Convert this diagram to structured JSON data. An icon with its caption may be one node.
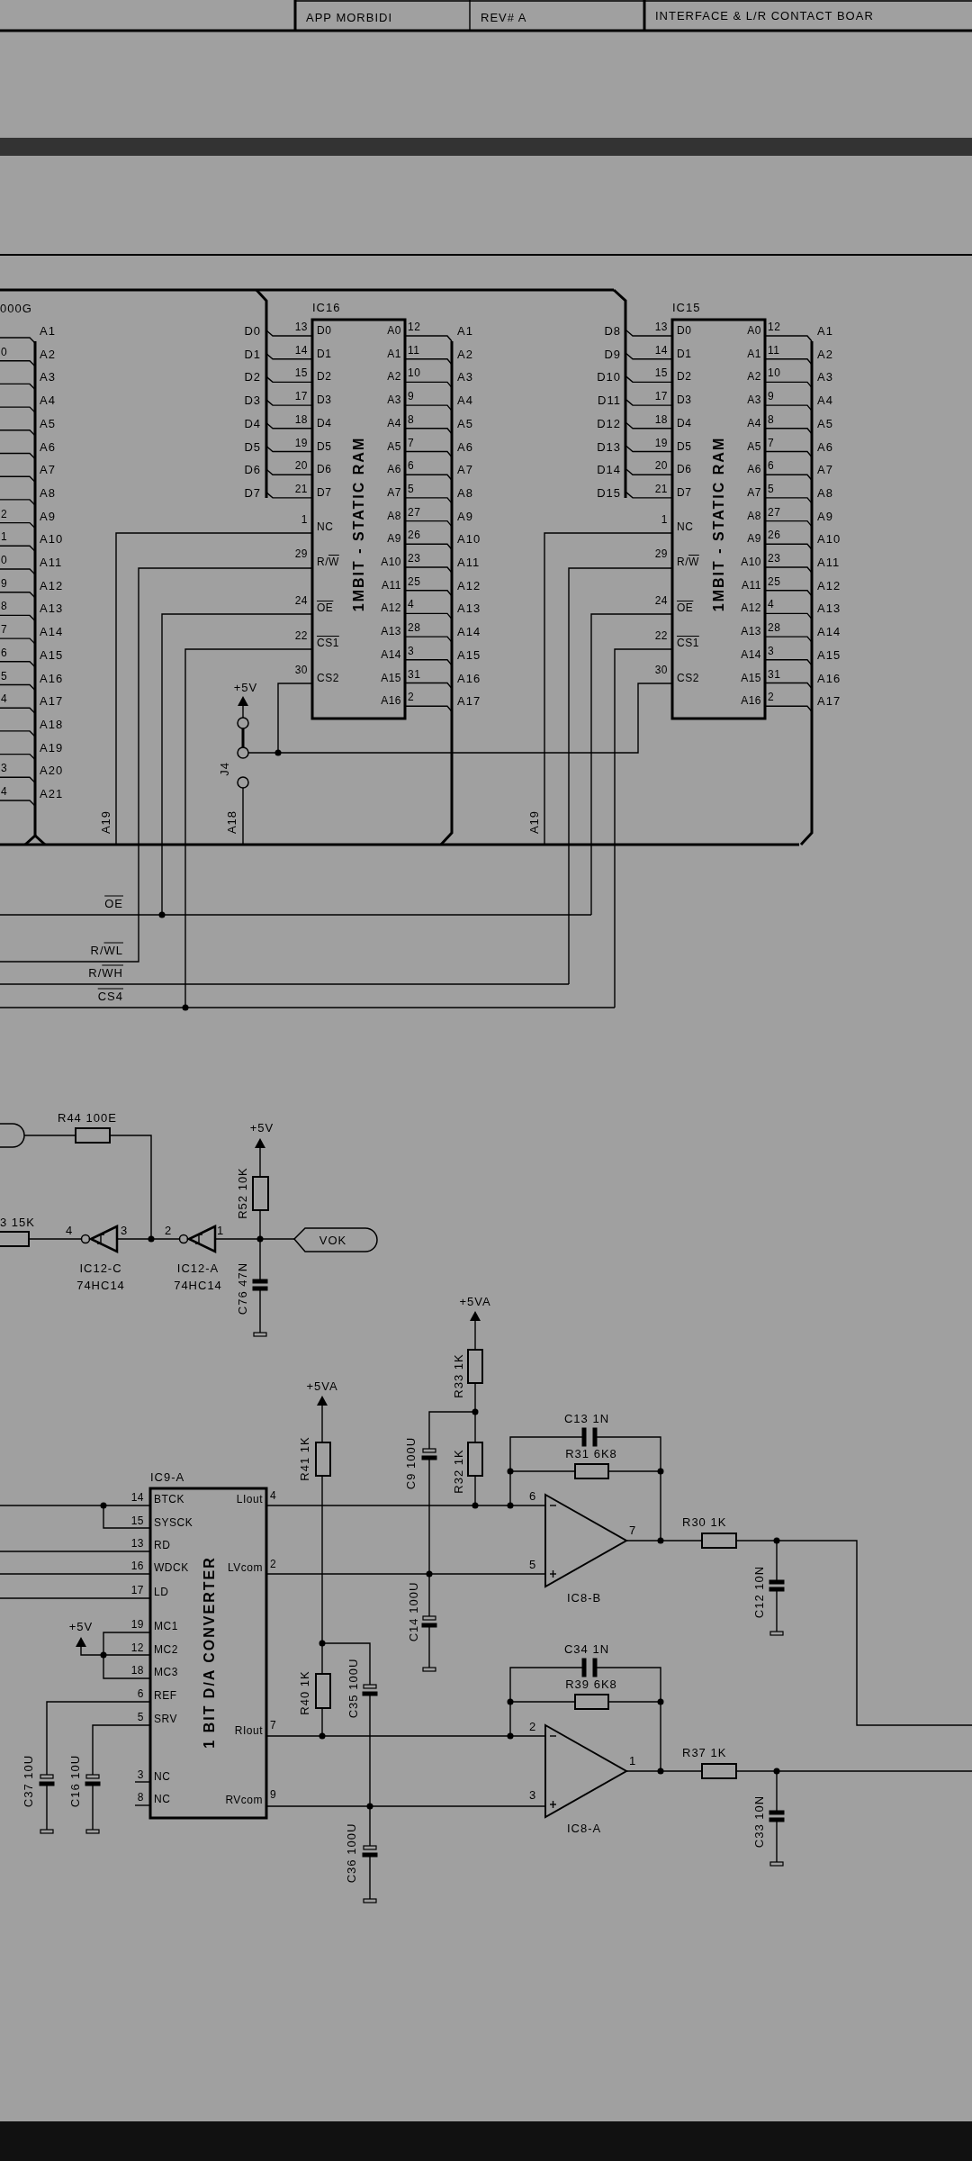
{
  "diagram": {
    "labels": [
      "APP MORBIDI",
      "REV# A",
      "INTERFACE & L/R CONTACT BOAR",
      "000G",
      "0",
      "2",
      "1",
      "0",
      "9",
      "8",
      "7",
      "6",
      "5",
      "4",
      "3",
      "4",
      "A1",
      "A2",
      "A3",
      "A4",
      "A5",
      "A6",
      "A7",
      "A8",
      "A9",
      "A10",
      "A11",
      "A12",
      "A13",
      "A14",
      "A15",
      "A16",
      "A17",
      "A18",
      "A19",
      "A20",
      "A21",
      "IC16",
      "D0",
      "D1",
      "D2",
      "D3",
      "D4",
      "D5",
      "D6",
      "D7",
      "13",
      "14",
      "15",
      "17",
      "18",
      "19",
      "20",
      "21",
      "1",
      "29",
      "24",
      "22",
      "30",
      "D0",
      "D1",
      "D2",
      "D3",
      "D4",
      "D5",
      "D6",
      "D7",
      "NC",
      "R/W",
      "OE",
      "CS1",
      "CS2",
      "A0",
      "A1",
      "A2",
      "A3",
      "A4",
      "A5",
      "A6",
      "A7",
      "A8",
      "A9",
      "A10",
      "A11",
      "A12",
      "A13",
      "A14",
      "A15",
      "A16",
      "12",
      "11",
      "10",
      "9",
      "8",
      "7",
      "6",
      "5",
      "27",
      "26",
      "23",
      "25",
      "4",
      "28",
      "3",
      "31",
      "2",
      "A1",
      "A2",
      "A3",
      "A4",
      "A5",
      "A6",
      "A7",
      "A8",
      "A9",
      "A10",
      "A11",
      "A12",
      "A13",
      "A14",
      "A15",
      "A16",
      "A17",
      "1MBIT - STATIC RAM",
      "IC15",
      "D8",
      "D9",
      "D10",
      "D11",
      "D12",
      "D13",
      "D14",
      "D15",
      "13",
      "14",
      "15",
      "17",
      "18",
      "19",
      "20",
      "21",
      "1",
      "29",
      "24",
      "22",
      "30",
      "D0",
      "D1",
      "D2",
      "D3",
      "D4",
      "D5",
      "D6",
      "D7",
      "NC",
      "R/W",
      "OE",
      "CS1",
      "CS2",
      "A0",
      "A1",
      "A2",
      "A3",
      "A4",
      "A5",
      "A6",
      "A7",
      "A8",
      "A9",
      "A10",
      "A11",
      "A12",
      "A13",
      "A14",
      "A15",
      "A16",
      "12",
      "11",
      "10",
      "9",
      "8",
      "7",
      "6",
      "5",
      "27",
      "26",
      "23",
      "25",
      "4",
      "28",
      "3",
      "31",
      "2",
      "A1",
      "A2",
      "A3",
      "A4",
      "A5",
      "A6",
      "A7",
      "A8",
      "A9",
      "A10",
      "A11",
      "A12",
      "A13",
      "A14",
      "A15",
      "A16",
      "A17",
      "1MBIT - STATIC RAM",
      "+5V",
      "J4",
      "A19",
      "A18",
      "A19",
      "OE",
      "R/WL",
      "R/WH",
      "CS4",
      "R44 100E",
      "+5V",
      "R52 10K",
      "3 15K",
      "4",
      "3",
      "2",
      "1",
      "VOK",
      "IC12-C",
      "74HC14",
      "IC12-A",
      "74HC14",
      "C76 47N",
      "+5VA",
      "R33 1K",
      "+5VA",
      "C13 1N",
      "R31 6K8",
      "R41 1K",
      "C9 100U",
      "R32 1K",
      "IC9-A",
      "14",
      "15",
      "13",
      "16",
      "17",
      "19",
      "12",
      "18",
      "6",
      "5",
      "3",
      "8",
      "BTCK",
      "SYSCK",
      "RD",
      "WDCK",
      "LD",
      "MC1",
      "MC2",
      "MC3",
      "REF",
      "SRV",
      "NC",
      "NC",
      "LIout",
      "LVcom",
      "RIout",
      "RVcom",
      "4",
      "2",
      "7",
      "9",
      "6",
      "5",
      "7",
      "R30 1K",
      "C14 100U",
      "IC8-B",
      "C12 10N",
      "+5V",
      "1 BIT D/A CONVERTER",
      "R40 1K",
      "C35 100U",
      "C34 1N",
      "R39 6K8",
      "2",
      "3",
      "1",
      "R37 1K",
      "IC8-A",
      "C33 10N",
      "C37 10U",
      "C16 10U",
      "C36 100U"
    ]
  }
}
